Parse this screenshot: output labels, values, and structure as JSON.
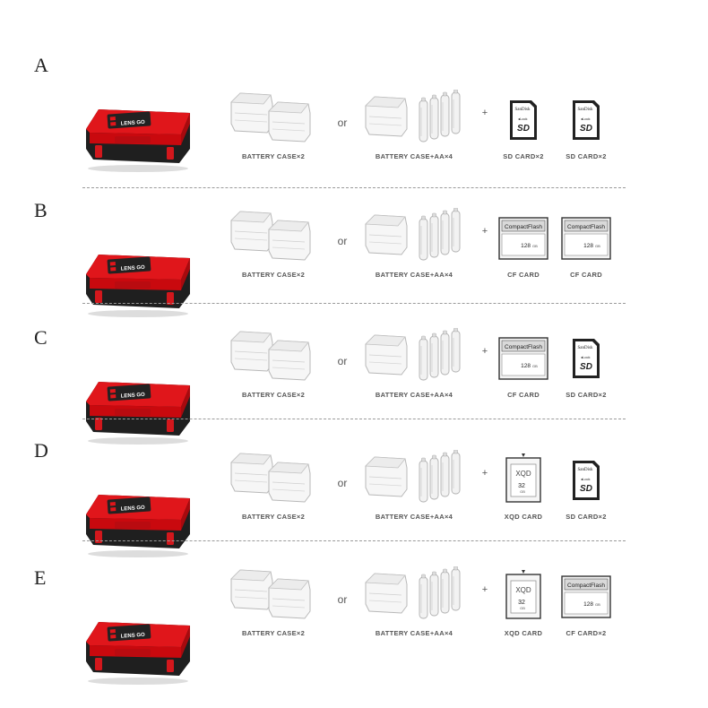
{
  "rows": [
    {
      "letter": "A",
      "connector": "or",
      "plus": "+",
      "labels": [
        "BATTERY CASE×2",
        "BATTERY CASE+AA×4",
        "SD CARD×2",
        "SD CARD×2"
      ],
      "cards": [
        "sd",
        "sd"
      ]
    },
    {
      "letter": "B",
      "connector": "or",
      "plus": "+",
      "labels": [
        "BATTERY CASE×2",
        "BATTERY CASE+AA×4",
        "CF CARD",
        "CF CARD"
      ],
      "cards": [
        "cf",
        "cf"
      ]
    },
    {
      "letter": "C",
      "connector": "or",
      "plus": "+",
      "labels": [
        "BATTERY CASE×2",
        "BATTERY CASE+AA×4",
        "CF CARD",
        "SD CARD×2"
      ],
      "cards": [
        "cf",
        "sd"
      ]
    },
    {
      "letter": "D",
      "connector": "or",
      "plus": "+",
      "labels": [
        "BATTERY CASE×2",
        "BATTERY CASE+AA×4",
        "XQD CARD",
        "SD CARD×2"
      ],
      "cards": [
        "xqd",
        "sd"
      ]
    },
    {
      "letter": "E",
      "connector": "or",
      "plus": "+",
      "labels": [
        "BATTERY CASE×2",
        "BATTERY CASE+AA×4",
        "XQD CARD",
        "CF CARD×2"
      ],
      "cards": [
        "xqd",
        "cf"
      ]
    }
  ],
  "case_brand": "LENS GO",
  "sd_brand": "SanDisk",
  "sd_logo": "SD",
  "sd_lock": "◂Lock",
  "cf_title": "CompactFlash",
  "cf_capacity": "128",
  "cf_unit": "GB",
  "xqd_title": "XQD",
  "xqd_capacity": "32",
  "xqd_unit": "GB",
  "colors": {
    "case_red": "#e0161b",
    "case_dark": "#1c1c1c",
    "label": "#555555"
  }
}
